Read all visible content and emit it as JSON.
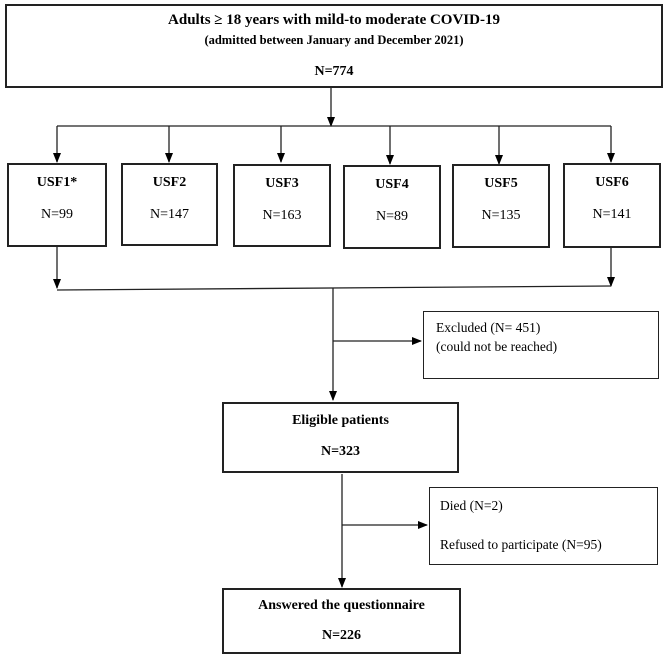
{
  "top_box": {
    "title": "Adults ≥ 18 years with mild-to moderate COVID-19",
    "subtitle": "(admitted between January and December 2021)",
    "count": "N=774"
  },
  "usf": [
    {
      "name": "USF1*",
      "count": "N=99"
    },
    {
      "name": "USF2",
      "count": "N=147"
    },
    {
      "name": "USF3",
      "count": "N=163"
    },
    {
      "name": "USF4",
      "count": "N=89"
    },
    {
      "name": "USF5",
      "count": "N=135"
    },
    {
      "name": "USF6",
      "count": "N=141"
    }
  ],
  "excluded_box": {
    "line1": "Excluded (N= 451)",
    "line2": "(could not be reached)"
  },
  "eligible_box": {
    "title": "Eligible patients",
    "count": "N=323"
  },
  "died_box": {
    "line1": "Died (N=2)",
    "line2": "Refused to participate (N=95)"
  },
  "answered_box": {
    "title": "Answered the questionnaire",
    "count": "N=226"
  }
}
